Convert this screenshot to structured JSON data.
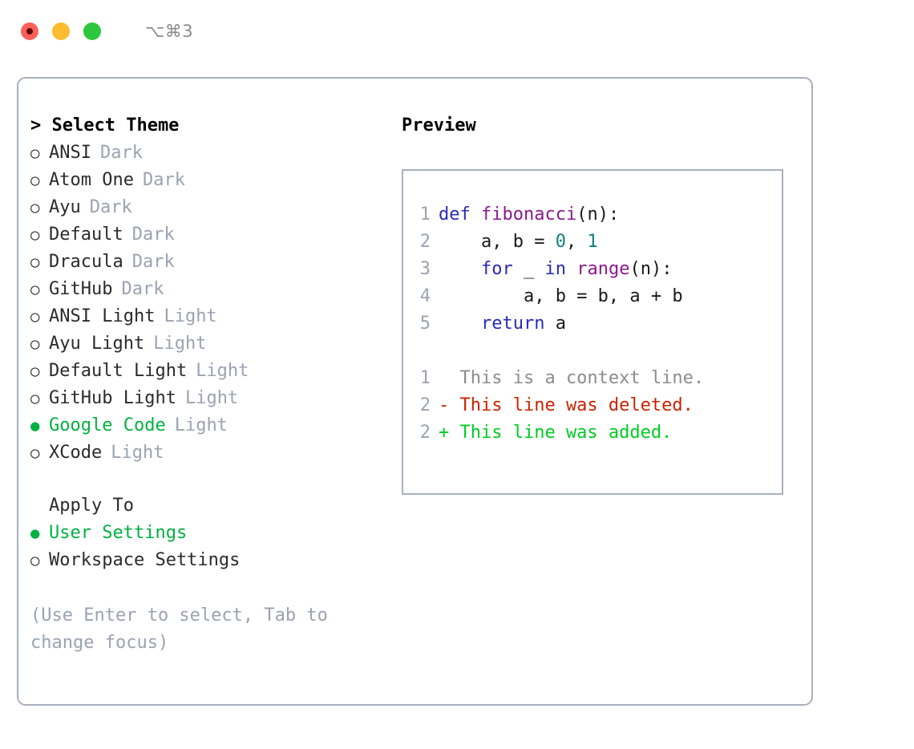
{
  "titlebar": {
    "shortcut": "⌥⌘3",
    "buttons": [
      {
        "name": "close",
        "color": "#fc6058"
      },
      {
        "name": "minimize",
        "color": "#fdbc2f"
      },
      {
        "name": "maximize",
        "color": "#2dc73f"
      }
    ]
  },
  "colors": {
    "selected_green": "#00b140",
    "muted_gray": "#9aa3b0",
    "border": "#a8b0be",
    "keyword_blue": "#2a2ab8",
    "function_purple": "#8b1a8b",
    "number_teal": "#0d8080",
    "diff_removed": "#cc2200",
    "diff_added": "#00cc22"
  },
  "theme_section": {
    "heading": "> Select Theme",
    "marker_off": "○",
    "marker_on": "●",
    "items": [
      {
        "label": "ANSI",
        "suffix": "Dark",
        "selected": false
      },
      {
        "label": "Atom One",
        "suffix": "Dark",
        "selected": false
      },
      {
        "label": "Ayu",
        "suffix": "Dark",
        "selected": false
      },
      {
        "label": "Default",
        "suffix": "Dark",
        "selected": false
      },
      {
        "label": "Dracula",
        "suffix": "Dark",
        "selected": false
      },
      {
        "label": "GitHub",
        "suffix": "Dark",
        "selected": false
      },
      {
        "label": "ANSI Light",
        "suffix": "Light",
        "selected": false
      },
      {
        "label": "Ayu Light",
        "suffix": "Light",
        "selected": false
      },
      {
        "label": "Default Light",
        "suffix": "Light",
        "selected": false
      },
      {
        "label": "GitHub Light",
        "suffix": "Light",
        "selected": false
      },
      {
        "label": "Google Code",
        "suffix": "Light",
        "selected": true
      },
      {
        "label": "XCode",
        "suffix": "Light",
        "selected": false
      }
    ]
  },
  "apply_section": {
    "heading": "Apply To",
    "items": [
      {
        "label": "User Settings",
        "selected": true
      },
      {
        "label": "Workspace Settings",
        "selected": false
      }
    ]
  },
  "hint": "(Use Enter to select, Tab to change focus)",
  "preview": {
    "title": "Preview",
    "code_lines": [
      {
        "num": "1",
        "tokens": [
          {
            "t": "def",
            "c": "kw"
          },
          {
            "t": " ",
            "c": "pl"
          },
          {
            "t": "fibonacci",
            "c": "fn"
          },
          {
            "t": "(n):",
            "c": "pl"
          }
        ]
      },
      {
        "num": "2",
        "tokens": [
          {
            "t": "    a, b = ",
            "c": "pl"
          },
          {
            "t": "0",
            "c": "num"
          },
          {
            "t": ", ",
            "c": "pl"
          },
          {
            "t": "1",
            "c": "num"
          }
        ]
      },
      {
        "num": "3",
        "tokens": [
          {
            "t": "    ",
            "c": "pl"
          },
          {
            "t": "for",
            "c": "kw"
          },
          {
            "t": " _ ",
            "c": "pl"
          },
          {
            "t": "in",
            "c": "kw"
          },
          {
            "t": " ",
            "c": "pl"
          },
          {
            "t": "range",
            "c": "fn"
          },
          {
            "t": "(n):",
            "c": "pl"
          }
        ]
      },
      {
        "num": "4",
        "tokens": [
          {
            "t": "        a, b = b, a + b",
            "c": "pl"
          }
        ]
      },
      {
        "num": "5",
        "tokens": [
          {
            "t": "    ",
            "c": "pl"
          },
          {
            "t": "return",
            "c": "kw"
          },
          {
            "t": " a",
            "c": "pl"
          }
        ]
      }
    ],
    "diff_lines": [
      {
        "num": "1",
        "kind": "ctx",
        "text": "  This is a context line."
      },
      {
        "num": "2",
        "kind": "del",
        "text": "- This line was deleted."
      },
      {
        "num": "2",
        "kind": "add",
        "text": "+ This line was added."
      }
    ]
  }
}
